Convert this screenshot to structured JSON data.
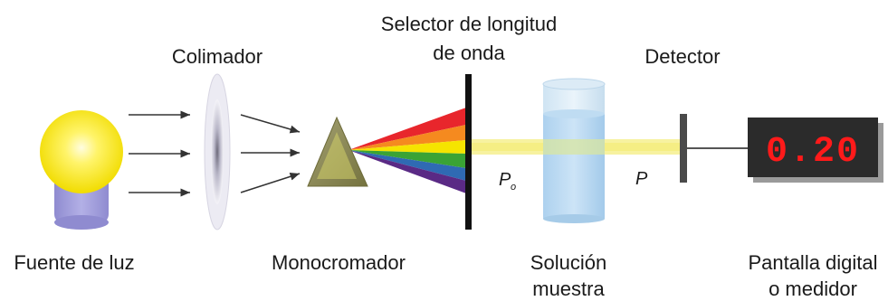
{
  "labels": {
    "light_source": "Fuente de luz",
    "collimator": "Colimador",
    "monochromator": "Monocromador",
    "wavelength_selector_line1": "Selector de longitud",
    "wavelength_selector_line2": "de onda",
    "sample_solution_line1": "Solución",
    "sample_solution_line2": "muestra",
    "detector": "Detector",
    "display_line1": "Pantalla digital",
    "display_line2": "o medidor",
    "incident_power_symbol": "P",
    "incident_power_subscript": "o",
    "transmitted_power_symbol": "P"
  },
  "display": {
    "reading": "0.20"
  },
  "colors": {
    "light_source": "#f5e300",
    "lamp_base": "#9b97d6",
    "prism": "#8c8a5a",
    "beam": "#f7f2a0",
    "readout_text": "#ff1a1a",
    "meter_body": "#2b2b2b",
    "spectrum": [
      "#e8262c",
      "#f58a1f",
      "#f5e400",
      "#3aa335",
      "#2f6ab3",
      "#5a2a85"
    ]
  }
}
